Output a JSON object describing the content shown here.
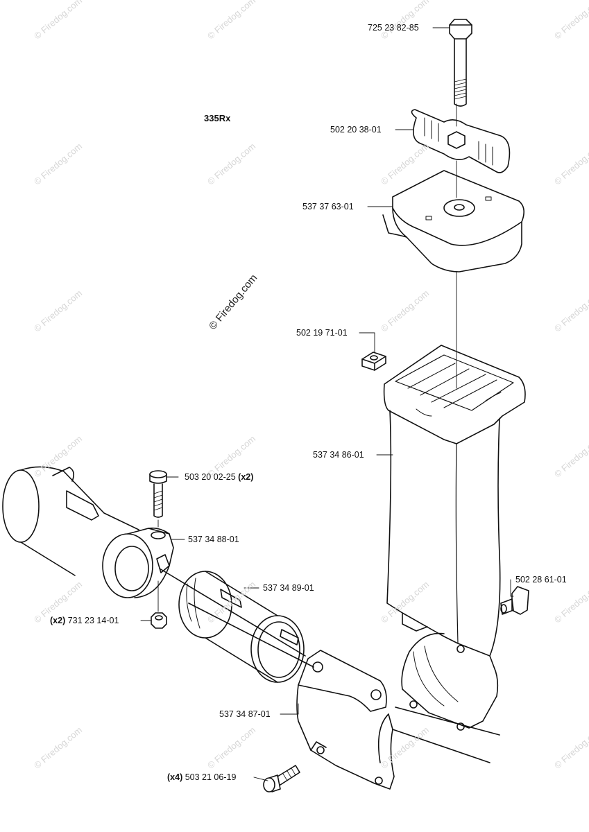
{
  "model": "335Rx",
  "watermark": "© Firedog.com",
  "parts": {
    "bolt": {
      "number": "725 23 82-85"
    },
    "wing_nut": {
      "number": "502 20 38-01"
    },
    "top_cap": {
      "number": "537 37 63-01"
    },
    "square_nut": {
      "number": "502 19 71-01"
    },
    "handle_body": {
      "number": "537 34 86-01"
    },
    "screw": {
      "number": "503 20 02-25",
      "qty": "(x2)"
    },
    "clamp_ring": {
      "number": "537 34 88-01"
    },
    "sleeve": {
      "number": "537 34 89-01"
    },
    "nut": {
      "number": "731 23 14-01",
      "qty": "(x2)"
    },
    "clip": {
      "number": "502 28 61-01"
    },
    "lower_clamp": {
      "number": "537 34 87-01"
    },
    "bottom_screw": {
      "number": "503 21 06-19",
      "qty": "(x4)"
    }
  }
}
